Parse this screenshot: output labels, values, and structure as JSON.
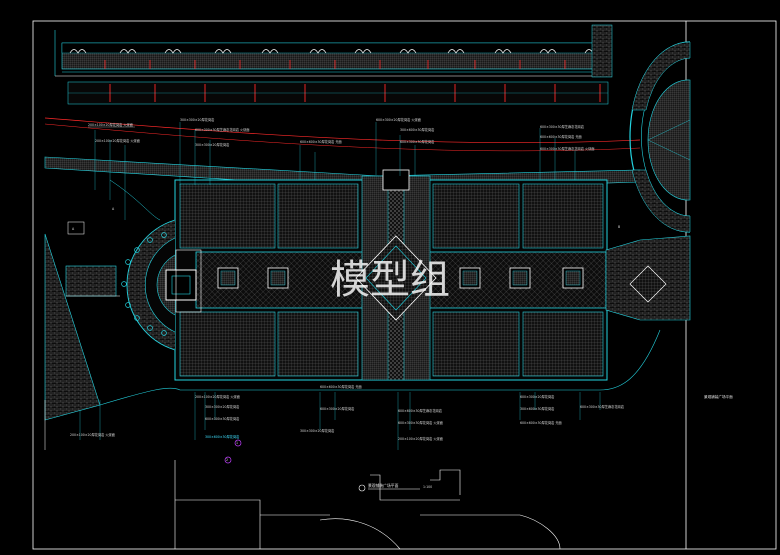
{
  "watermark": "模型组",
  "drawing": {
    "side_title": "景观铺装广场平面",
    "plan_title": "景观铺装广场平面",
    "scale": "1:100"
  },
  "colors": {
    "background": "#000000",
    "frame": "#ffffff",
    "cyan": "#23d3e0",
    "paving": "#6b6b6b",
    "red": "#ff2a2a",
    "label": "#d8d8d8",
    "magenta": "#c040ff"
  },
  "callouts_top": [
    "200×100×20厚花岗岩 火烧面",
    "200×100×20厚花岗岩 火烧面",
    "300×300×20厚花岗岩",
    "600×300×30厚芝麻灰花岗岩 火烧面",
    "300×300×20厚花岗岩",
    "600×600×30厚花岗岩 光面",
    "600×300×20厚花岗岩 火烧面",
    "300×600×30厚花岗岩",
    "600×300×30厚花岗岩",
    "600×300×30厚芝麻灰花岗岩",
    "600×600×30厚花岗岩 光面",
    "600×300×30厚芝麻灰花岗岩 火烧面"
  ],
  "callouts_bottom": [
    "200×100×20厚花岗岩 火烧面",
    "300×300×20厚花岗岩",
    "600×300×30厚花岗岩",
    "300×600×30厚花岗岩",
    "600×600×30厚花岗岩 光面",
    "600×300×20厚花岗岩",
    "300×300×20厚花岗岩",
    "600×600×30厚芝麻灰花岗岩",
    "600×300×30厚花岗岩 火烧面",
    "200×100×20厚花岗岩 火烧面",
    "600×300×20厚花岗岩",
    "300×600×30厚花岗岩",
    "600×600×30厚花岗岩 光面",
    "600×300×30厚芝麻灰花岗岩",
    "200×100×20厚花岗岩 火烧面"
  ],
  "small_marks": [
    "A",
    "A",
    "B",
    "1",
    "2"
  ]
}
